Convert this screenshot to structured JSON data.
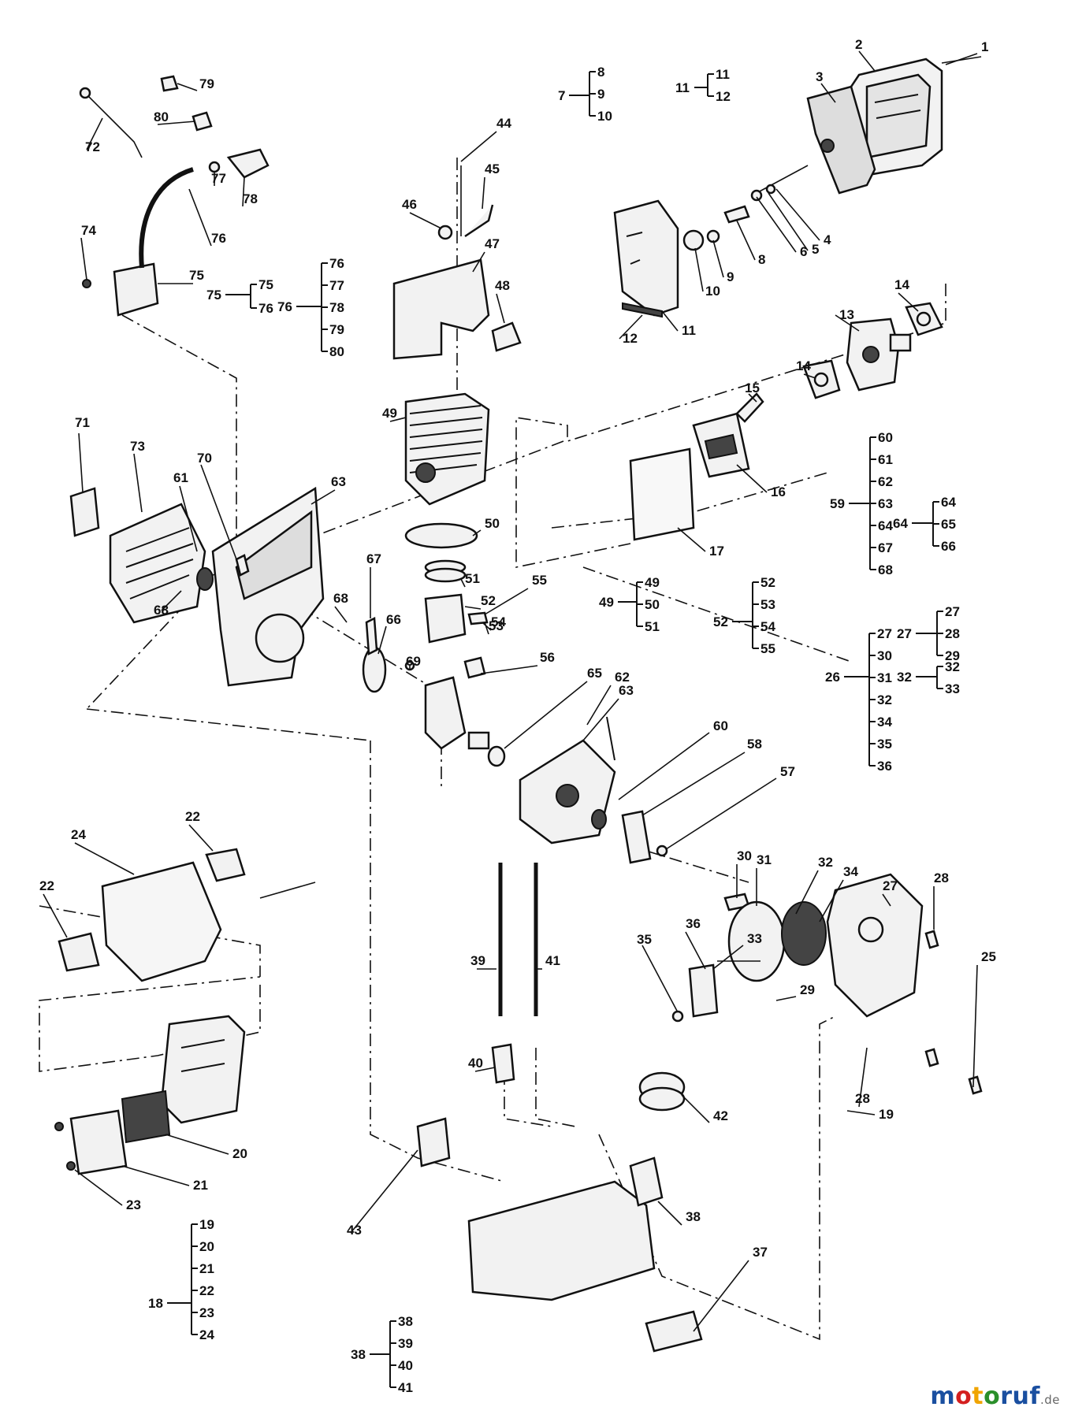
{
  "parts": [
    {
      "num": "1"
    },
    {
      "num": "2"
    },
    {
      "num": "3"
    },
    {
      "num": "4"
    },
    {
      "num": "5"
    },
    {
      "num": "6"
    },
    {
      "num": "8"
    },
    {
      "num": "9"
    },
    {
      "num": "10"
    },
    {
      "num": "11"
    },
    {
      "num": "12"
    },
    {
      "num": "13"
    },
    {
      "num": "14"
    },
    {
      "num": "14"
    },
    {
      "num": "15"
    },
    {
      "num": "16"
    },
    {
      "num": "17"
    },
    {
      "num": "19"
    },
    {
      "num": "20"
    },
    {
      "num": "21"
    },
    {
      "num": "22"
    },
    {
      "num": "22"
    },
    {
      "num": "23"
    },
    {
      "num": "24"
    },
    {
      "num": "25"
    },
    {
      "num": "27"
    },
    {
      "num": "28"
    },
    {
      "num": "28"
    },
    {
      "num": "29"
    },
    {
      "num": "30"
    },
    {
      "num": "31"
    },
    {
      "num": "32"
    },
    {
      "num": "33"
    },
    {
      "num": "34"
    },
    {
      "num": "35"
    },
    {
      "num": "36"
    },
    {
      "num": "37"
    },
    {
      "num": "38"
    },
    {
      "num": "39"
    },
    {
      "num": "40"
    },
    {
      "num": "41"
    },
    {
      "num": "42"
    },
    {
      "num": "43"
    },
    {
      "num": "44"
    },
    {
      "num": "45"
    },
    {
      "num": "46"
    },
    {
      "num": "47"
    },
    {
      "num": "48"
    },
    {
      "num": "49"
    },
    {
      "num": "50"
    },
    {
      "num": "51"
    },
    {
      "num": "52"
    },
    {
      "num": "53"
    },
    {
      "num": "54"
    },
    {
      "num": "55"
    },
    {
      "num": "56"
    },
    {
      "num": "57"
    },
    {
      "num": "58"
    },
    {
      "num": "60"
    },
    {
      "num": "61"
    },
    {
      "num": "62"
    },
    {
      "num": "63"
    },
    {
      "num": "63"
    },
    {
      "num": "65"
    },
    {
      "num": "66"
    },
    {
      "num": "67"
    },
    {
      "num": "68"
    },
    {
      "num": "68"
    },
    {
      "num": "69"
    },
    {
      "num": "70"
    },
    {
      "num": "71"
    },
    {
      "num": "72"
    },
    {
      "num": "73"
    },
    {
      "num": "74"
    },
    {
      "num": "75"
    },
    {
      "num": "76"
    },
    {
      "num": "77"
    },
    {
      "num": "78"
    },
    {
      "num": "79"
    },
    {
      "num": "80"
    }
  ],
  "groups": [
    {
      "parent": "7",
      "children": [
        "8",
        "9",
        "10"
      ]
    },
    {
      "parent": "11",
      "children": [
        "11",
        "12"
      ]
    },
    {
      "parent": "75",
      "children": [
        "75",
        "76"
      ]
    },
    {
      "parent": "76",
      "children": [
        "76",
        "77",
        "78",
        "79",
        "80"
      ]
    },
    {
      "parent": "59",
      "children": [
        "60",
        "61",
        "62",
        "63",
        "64",
        "67",
        "68"
      ]
    },
    {
      "parent": "64",
      "children": [
        "64",
        "65",
        "66"
      ]
    },
    {
      "parent": "49",
      "children": [
        "49",
        "50",
        "51"
      ]
    },
    {
      "parent": "52",
      "children": [
        "52",
        "53",
        "54",
        "55"
      ]
    },
    {
      "parent": "26",
      "children": [
        "27",
        "30",
        "31",
        "32",
        "34",
        "35",
        "36"
      ]
    },
    {
      "parent": "27",
      "children": [
        "27",
        "28",
        "29"
      ]
    },
    {
      "parent": "32",
      "children": [
        "32",
        "33"
      ]
    },
    {
      "parent": "18",
      "children": [
        "19",
        "20",
        "21",
        "22",
        "23",
        "24"
      ]
    },
    {
      "parent": "38",
      "children": [
        "38",
        "39",
        "40",
        "41"
      ]
    }
  ],
  "watermark": {
    "brand": "motoruf",
    "tld": ".de"
  }
}
